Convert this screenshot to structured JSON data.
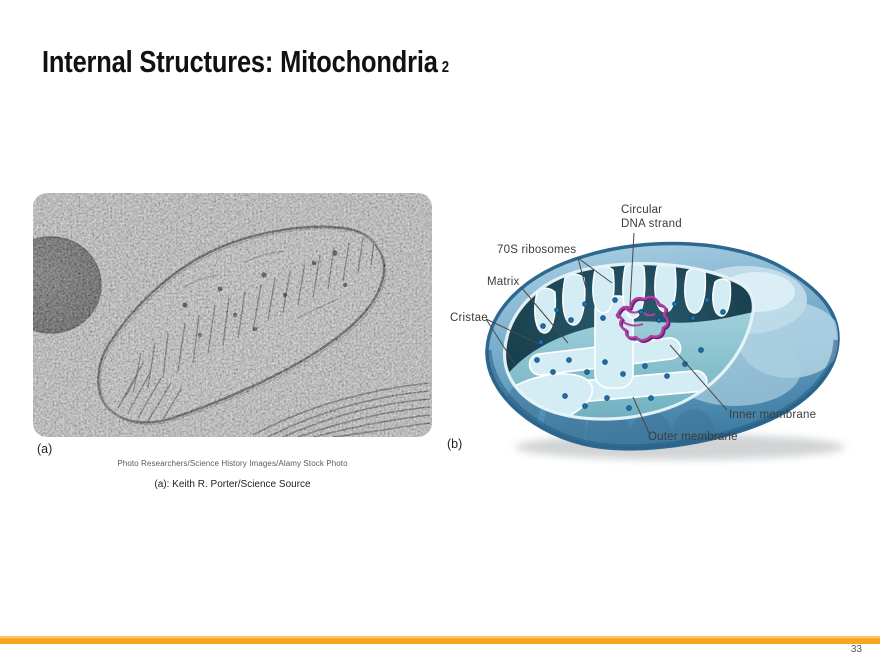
{
  "slide": {
    "title": "Internal Structures: Mitochondria",
    "title_suffix": "2",
    "page_number": "33",
    "accent_color": "#F8A41E"
  },
  "figure_a": {
    "label": "(a)",
    "credit_small": "Photo Researchers/Science History Images/Alamy Stock Photo",
    "credit_main": "(a): Keith R. Porter/Science Source"
  },
  "figure_b": {
    "label": "(b)",
    "annotations": {
      "circular_dna": "Circular DNA strand",
      "ribosomes": "70S ribosomes",
      "matrix": "Matrix",
      "cristae": "Cristae",
      "inner_membrane": "Inner membrane",
      "outer_membrane": "Outer membrane"
    },
    "colors": {
      "body_blue": "#5e9cc0",
      "rim_blue": "#2d6890",
      "cut_dark": "#123545",
      "cristae_light": "#d4edf5",
      "matrix_teal": "#85c2cf",
      "ribosome_dot": "#1a6fae",
      "dna_magenta": "#b03fa5"
    }
  }
}
